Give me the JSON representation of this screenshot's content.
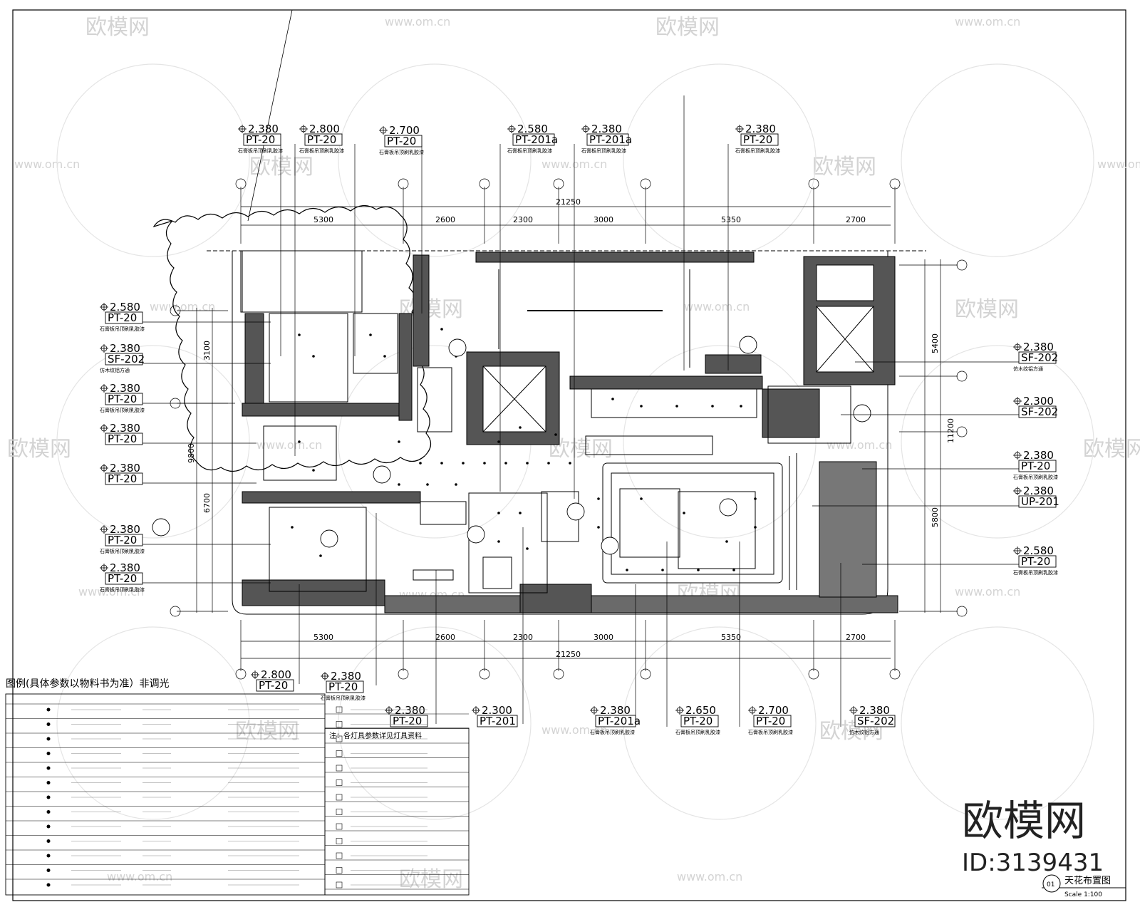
{
  "watermarks": {
    "logo_text": "欧模网",
    "url_text": "www.om.cn"
  },
  "top_elev_tags": [
    {
      "elev": "2.380",
      "code": "PT-20",
      "note": "石膏板吊顶刷乳胶漆"
    },
    {
      "elev": "2.800",
      "code": "PT-20",
      "note": "石膏板吊顶刷乳胶漆"
    },
    {
      "elev": "2.700",
      "code": "PT-20",
      "note": "石膏板吊顶刷乳胶漆"
    },
    {
      "elev": "2.580",
      "code": "PT-201a",
      "note": "石膏板吊顶刷乳胶漆"
    },
    {
      "elev": "2.380",
      "code": "PT-201a",
      "note": "石膏板吊顶刷乳胶漆"
    },
    {
      "elev": "2.380",
      "code": "PT-20",
      "note": "石膏板吊顶刷乳胶漆"
    }
  ],
  "left_elev_tags": [
    {
      "elev": "2.580",
      "code": "PT-20",
      "note": "石膏板吊顶刷乳胶漆"
    },
    {
      "elev": "2.380",
      "code": "SF-202",
      "note": "仿木纹铝方通"
    },
    {
      "elev": "2.380",
      "code": "PT-20",
      "note": "石膏板吊顶刷乳胶漆"
    },
    {
      "elev": "2.380",
      "code": "PT-20",
      "note": ""
    },
    {
      "elev": "2.380",
      "code": "PT-20",
      "note": ""
    },
    {
      "elev": "2.380",
      "code": "PT-20",
      "note": "石膏板吊顶刷乳胶漆"
    },
    {
      "elev": "2.380",
      "code": "PT-20",
      "note": "石膏板吊顶刷乳胶漆"
    }
  ],
  "right_elev_tags": [
    {
      "elev": "2.380",
      "code": "SF-202",
      "note": "仿木纹铝方通"
    },
    {
      "elev": "2.300",
      "code": "SF-202",
      "note": ""
    },
    {
      "elev": "2.380",
      "code": "PT-20",
      "note": "石膏板吊顶刷乳胶漆"
    },
    {
      "elev": "2.380",
      "code": "UP-201",
      "note": ""
    },
    {
      "elev": "2.580",
      "code": "PT-20",
      "note": "石膏板吊顶刷乳胶漆"
    }
  ],
  "bottom_elev_tags": [
    {
      "elev": "2.800",
      "code": "PT-20",
      "note": ""
    },
    {
      "elev": "2.380",
      "code": "PT-20",
      "note": "石膏板吊顶刷乳胶漆"
    },
    {
      "elev": "2.380",
      "code": "PT-20",
      "note": ""
    },
    {
      "elev": "2.300",
      "code": "PT-201",
      "note": ""
    },
    {
      "elev": "2.380",
      "code": "PT-201a",
      "note": "石膏板吊顶刷乳胶漆"
    },
    {
      "elev": "2.650",
      "code": "PT-20",
      "note": "石膏板吊顶刷乳胶漆"
    },
    {
      "elev": "2.700",
      "code": "PT-20",
      "note": "石膏板吊顶刷乳胶漆"
    },
    {
      "elev": "2.380",
      "code": "SF-202",
      "note": "仿木纹铝方通"
    }
  ],
  "dims_top": [
    "5300",
    "2600",
    "2300",
    "3000",
    "5350",
    "2700"
  ],
  "dims_bottom": [
    "5300",
    "2600",
    "2300",
    "3000",
    "5350",
    "2700"
  ],
  "dim_total": "21250",
  "dims_left": [
    "3100",
    "6700",
    "9800"
  ],
  "dims_right": [
    "5400",
    "5800",
    "11200"
  ],
  "legend": {
    "title": "图例(具体参数以物料书为准）非调光",
    "notes_title": "注：各灯具参数详见灯具资料",
    "rows": 13
  },
  "stamp": {
    "logo": "欧模网",
    "id": "ID:3139431"
  },
  "title_block": {
    "number": "01",
    "name": "天花布置图",
    "scale": "Scale 1:100"
  }
}
